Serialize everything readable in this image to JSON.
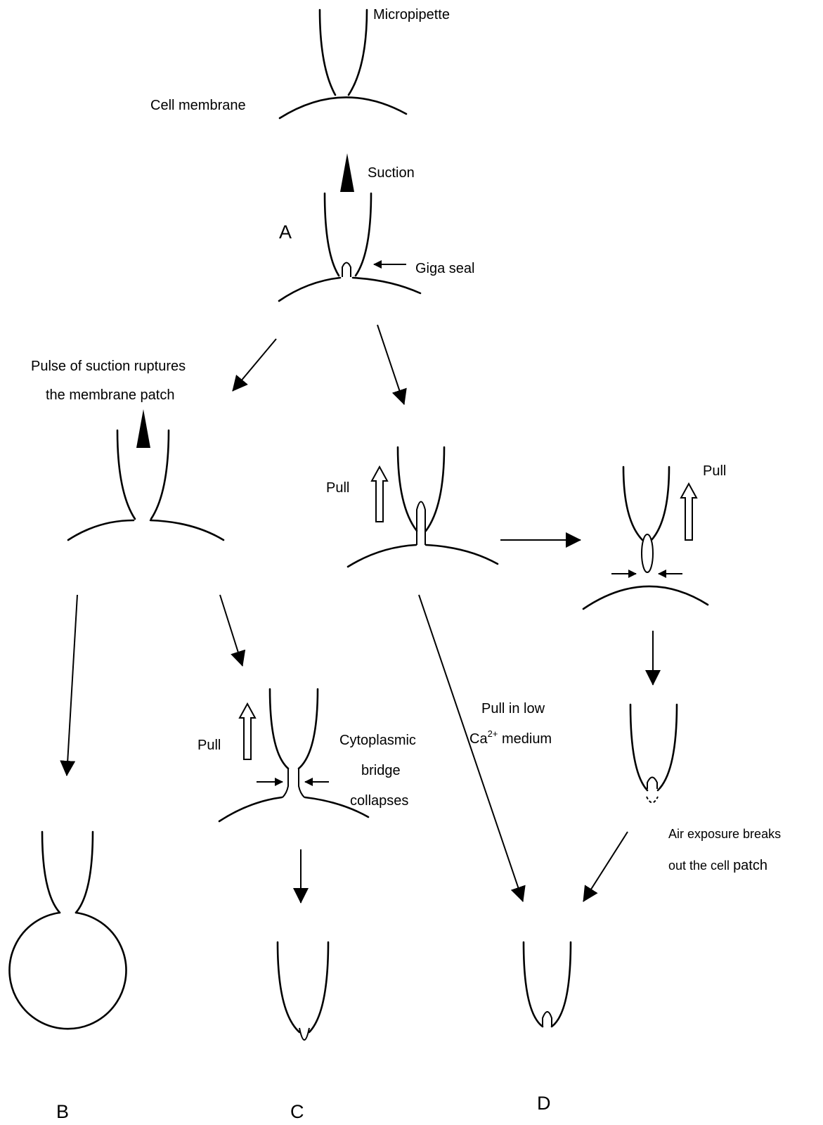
{
  "labels": {
    "micropipette": "Micropipette",
    "cell_membrane": "Cell membrane",
    "suction": "Suction",
    "giga_seal": "Giga seal",
    "pulse_line1": "Pulse of suction ruptures",
    "pulse_line2": "the membrane patch",
    "pull": "Pull",
    "pull_low_ca_line1": "Pull in low",
    "pull_low_ca_line2_pre": "Ca",
    "pull_low_ca_sup": "2+",
    "pull_low_ca_line2_post": " medium",
    "cytoplasmic": "Cytoplasmic",
    "bridge": "bridge",
    "collapses": "collapses",
    "air_line1": "Air exposure breaks",
    "air_line2_pre": "out the cell ",
    "air_line2_post": "patch"
  },
  "panels": {
    "A": "A",
    "B": "B",
    "C": "C",
    "D": "D"
  }
}
